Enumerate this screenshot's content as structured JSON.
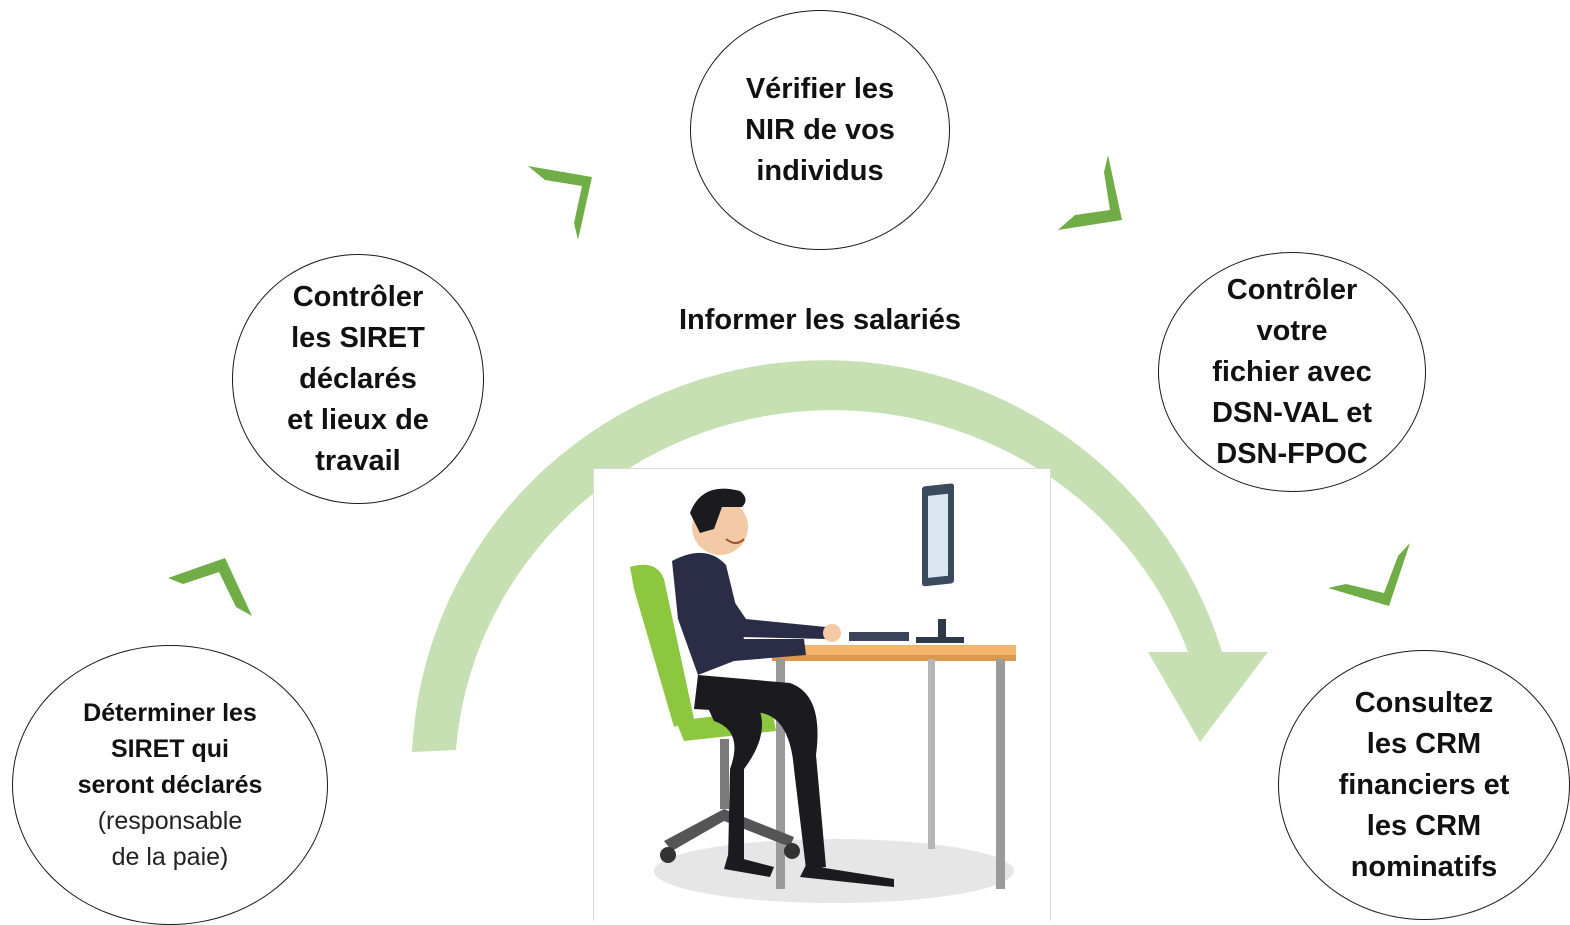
{
  "colors": {
    "arc": "#c6e0b4",
    "chevron": "#70ad47",
    "circle_border": "#1a1a1a",
    "chair": "#8dc63f"
  },
  "steps": [
    {
      "title": "Déterminer les\nSIRET qui\nseront déclarés",
      "subtitle": "(responsable\nde la paie)"
    },
    {
      "title": "Contrôler\nles SIRET\ndéclarés\net lieux de\ntravail"
    },
    {
      "title": "Vérifier les\nNIR de vos\nindividus"
    },
    {
      "title": "Contrôler\nvotre\nfichier avec\nDSN-VAL et\nDSN-FPOC"
    },
    {
      "title": "Consultez\nles CRM\nfinanciers et\nles CRM\nnominatifs"
    }
  ],
  "center_label": "Informer les salariés",
  "icons": [
    "chevron-icon",
    "curved-arrow-icon",
    "office-worker-illustration"
  ]
}
